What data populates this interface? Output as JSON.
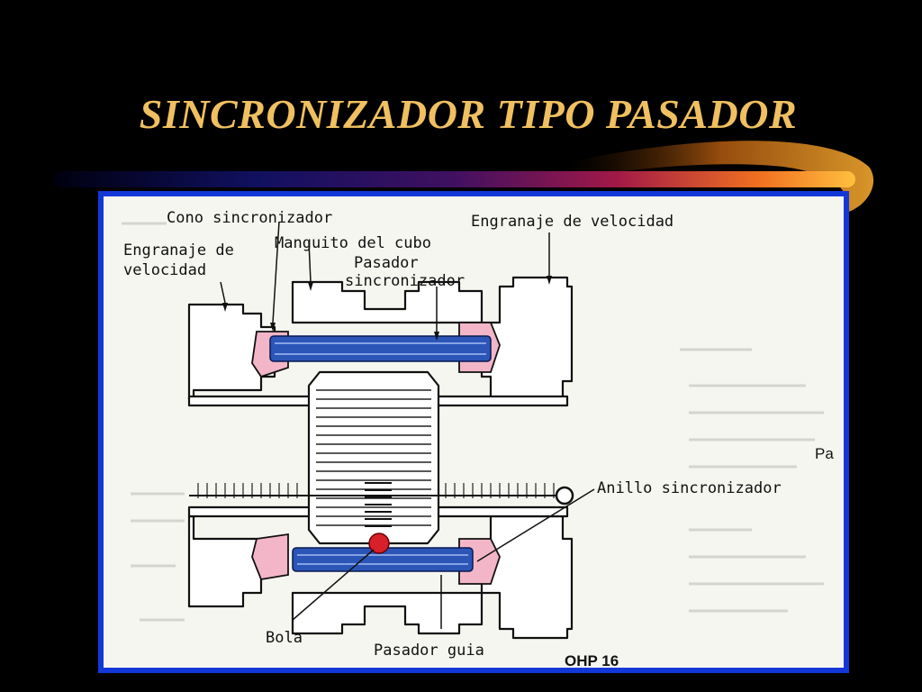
{
  "slide": {
    "title": "SINCRONIZADOR TIPO PASADOR"
  },
  "colors": {
    "background": "#000000",
    "title": "#f0c060",
    "frame_border": "#1438d8",
    "pin_blue": "#2c55b8",
    "ring_pink": "#f2b6c8",
    "ball_red": "#d8202a"
  },
  "diagram": {
    "labels": {
      "cono_sincronizador": "Cono sincronizador",
      "engranaje_velocidad_right": "Engranaje de velocidad",
      "engranaje_velocidad_left_line1": "Engranaje de",
      "engranaje_velocidad_left_line2": "velocidad",
      "manguito_del_cubo": "Manguito del cubo",
      "pasador_sincronizador_line1": "Pasador",
      "pasador_sincronizador_line2": "sincronizador",
      "anillo_sincronizador": "Anillo sincronizador",
      "bola": "Bola",
      "pasador_guia": "Pasador guia",
      "ohp": "OHP 16",
      "cut_text": "Pa"
    }
  }
}
